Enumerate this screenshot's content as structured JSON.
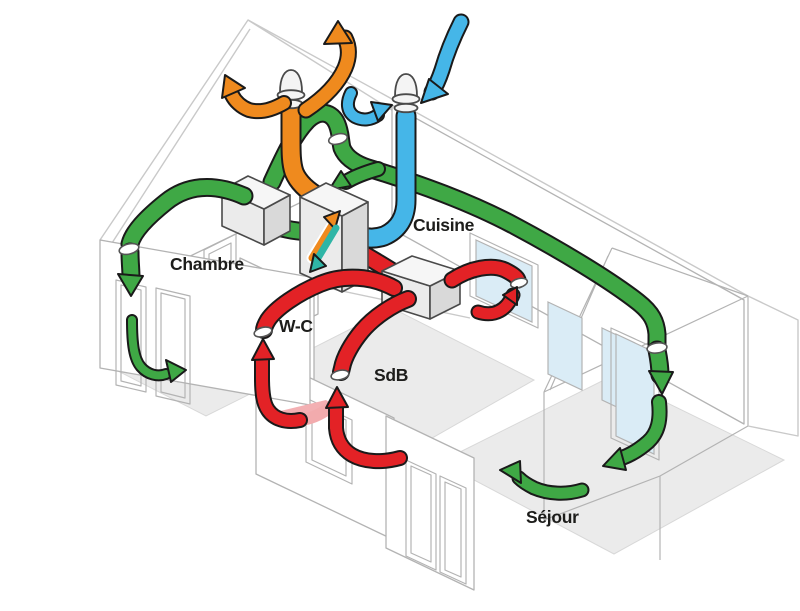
{
  "diagram": {
    "rooms": [
      {
        "id": "chambre",
        "label": "Chambre"
      },
      {
        "id": "cuisine",
        "label": "Cuisine"
      },
      {
        "id": "wc",
        "label": "W-C"
      },
      {
        "id": "sdb",
        "label": "SdB"
      },
      {
        "id": "sejour",
        "label": "Séjour"
      }
    ],
    "colors": {
      "supply": "#3fa845",
      "extract": "#e32226",
      "exhaust": "#ef8a1e",
      "intake": "#45b6e8",
      "exchanger_teal": "#2fb5a6",
      "outline": "#1a1a1a",
      "wireframe": "#c9c9c9",
      "wireframe_dark": "#b3b3b3",
      "glazing": "#daecf6",
      "floor": "#ebebeb",
      "floor_edge": "#d8d8d8",
      "floor_highlight": "#f3b0b3",
      "box_top": "#f6f6f6",
      "box_front": "#ebebeb",
      "box_side": "#d9d9d9",
      "box_outline": "#4a4a4a",
      "label_text": "#1d1d1b",
      "background": "#ffffff"
    }
  }
}
